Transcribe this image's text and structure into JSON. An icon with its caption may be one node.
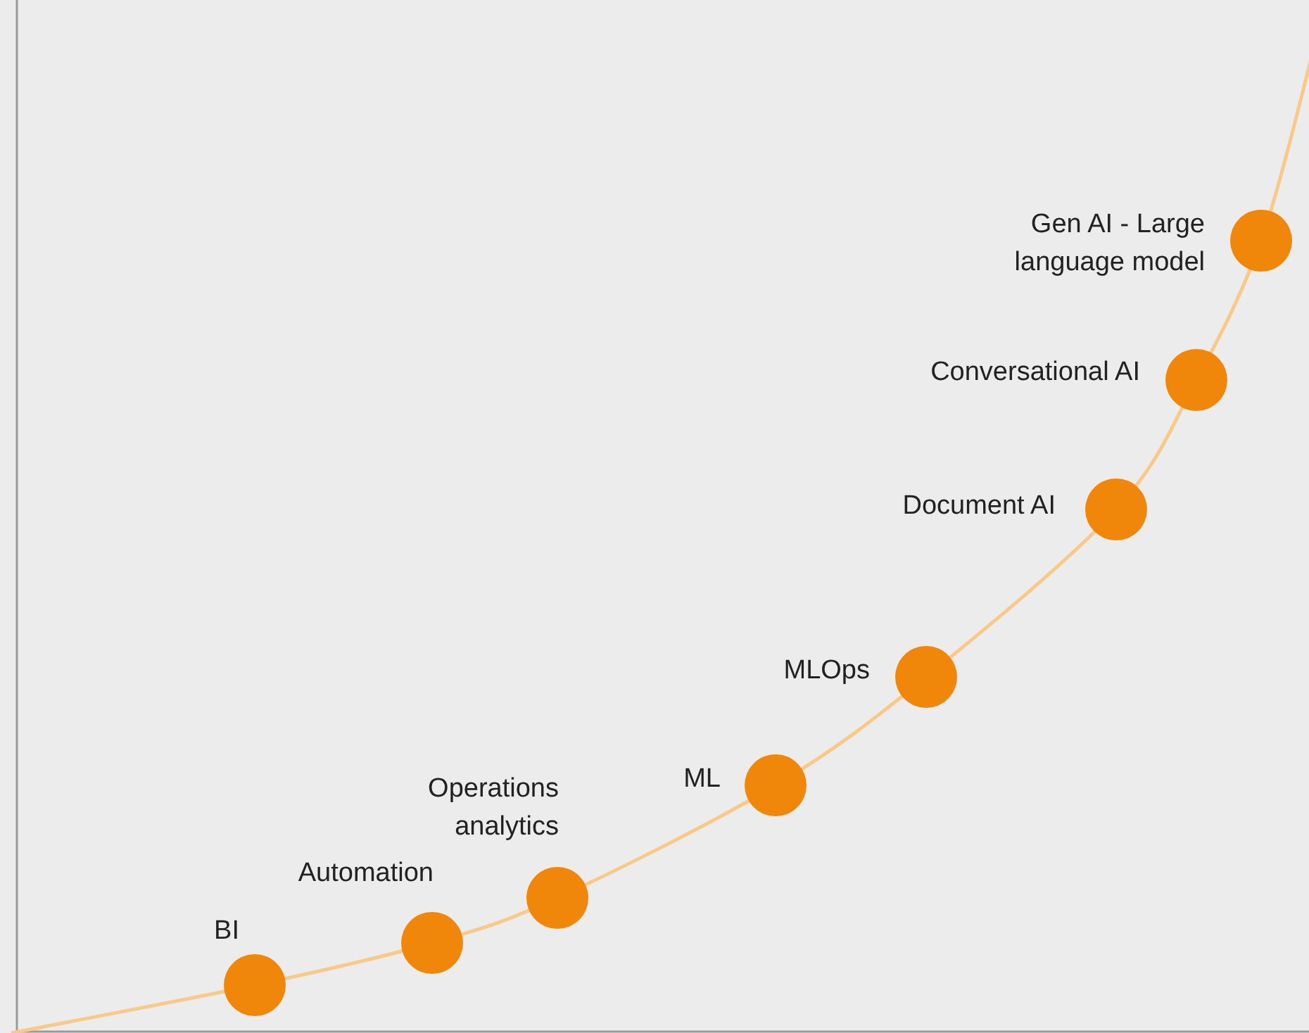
{
  "diagram": {
    "nodes": [
      {
        "text": [],
        "shape": "circle",
        "beside": [
          "BI"
        ]
      },
      {
        "text": [],
        "shape": "circle",
        "beside": [
          "Automation"
        ]
      },
      {
        "text": [],
        "shape": "circle",
        "beside": [
          "Operations analytics"
        ]
      },
      {
        "text": [],
        "shape": "circle",
        "beside": [
          "ML"
        ]
      },
      {
        "text": [],
        "shape": "circle",
        "beside": [
          "MLOps"
        ]
      },
      {
        "text": [],
        "shape": "circle",
        "beside": [
          "Document AI"
        ]
      },
      {
        "text": [],
        "shape": "circle",
        "beside": [
          "Conversational AI"
        ]
      },
      {
        "text": [],
        "shape": "circle",
        "beside": [
          "Gen AI - Large language model"
        ]
      }
    ],
    "edges": [
      {
        "from": 0,
        "to": 1,
        "arrow": "none"
      },
      {
        "from": 1,
        "to": 2,
        "arrow": "none"
      },
      {
        "from": 2,
        "to": 3,
        "arrow": "none"
      },
      {
        "from": 3,
        "to": 4,
        "arrow": "none"
      },
      {
        "from": 4,
        "to": 5,
        "arrow": "none"
      },
      {
        "from": 5,
        "to": 6,
        "arrow": "none"
      },
      {
        "from": 6,
        "to": 7,
        "arrow": "none"
      }
    ]
  }
}
